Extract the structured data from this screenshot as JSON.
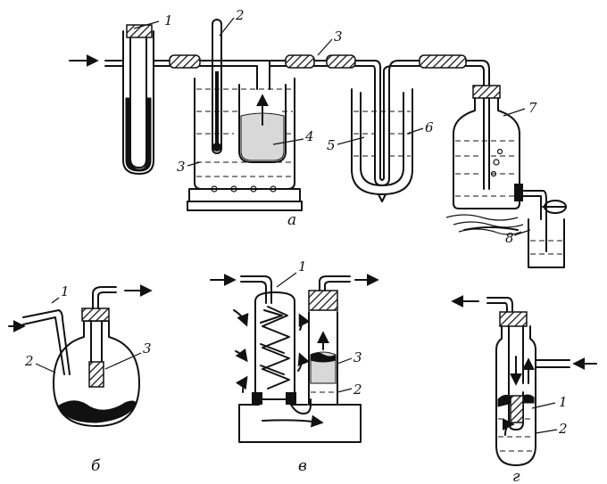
{
  "labels": {
    "a": {
      "n1": "1",
      "n2": "2",
      "n3a": "3",
      "n3b": "3",
      "n4": "4",
      "n5": "5",
      "n6": "6",
      "n7": "7",
      "n8": "8",
      "caption": "а"
    },
    "b": {
      "n1": "1",
      "n2": "2",
      "n3": "3",
      "caption": "б"
    },
    "v": {
      "n1": "1",
      "n2": "2",
      "n3": "3",
      "caption": "в"
    },
    "g": {
      "n1": "1",
      "n2": "2",
      "caption": "г"
    }
  }
}
